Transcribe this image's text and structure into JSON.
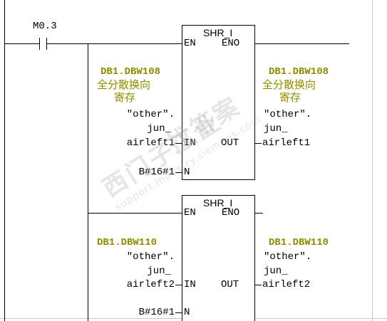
{
  "contact": {
    "label": "M0.3"
  },
  "network1": {
    "block_name": "SHR_I",
    "pin_en": "EN",
    "pin_eno": "ENO",
    "pin_in": "IN",
    "pin_out": "OUT",
    "pin_n": "N",
    "in_addr": "DB1.DBW108",
    "in_comment_1": "全分散换向",
    "in_comment_2": "寄存",
    "in_sym_1": "\"other\".",
    "in_sym_2": "jun_",
    "in_sym_3": "airleft1",
    "out_addr": "DB1.DBW108",
    "out_comment_1": "全分散换向",
    "out_comment_2": "寄存",
    "out_sym_1": "\"other\".",
    "out_sym_2": "jun_",
    "out_sym_3": "airleft1",
    "n_value": "B#16#1"
  },
  "network2": {
    "block_name": "SHR_I",
    "pin_en": "EN",
    "pin_eno": "ENO",
    "pin_in": "IN",
    "pin_out": "OUT",
    "pin_n": "N",
    "in_addr": "DB1.DBW110",
    "in_sym_1": "\"other\".",
    "in_sym_2": "jun_",
    "in_sym_3": "airleft2",
    "out_addr": "DB1.DBW110",
    "out_sym_1": "\"other\".",
    "out_sym_2": "jun_",
    "out_sym_3": "airleft2",
    "n_value": "B#16#1"
  },
  "watermark": {
    "line1": "西门子工业",
    "line2": "support.industry.siemens.com",
    "line3": "找答案"
  },
  "colors": {
    "operand": "#8c8c00",
    "wire": "#000000",
    "background": "#ffffff"
  }
}
